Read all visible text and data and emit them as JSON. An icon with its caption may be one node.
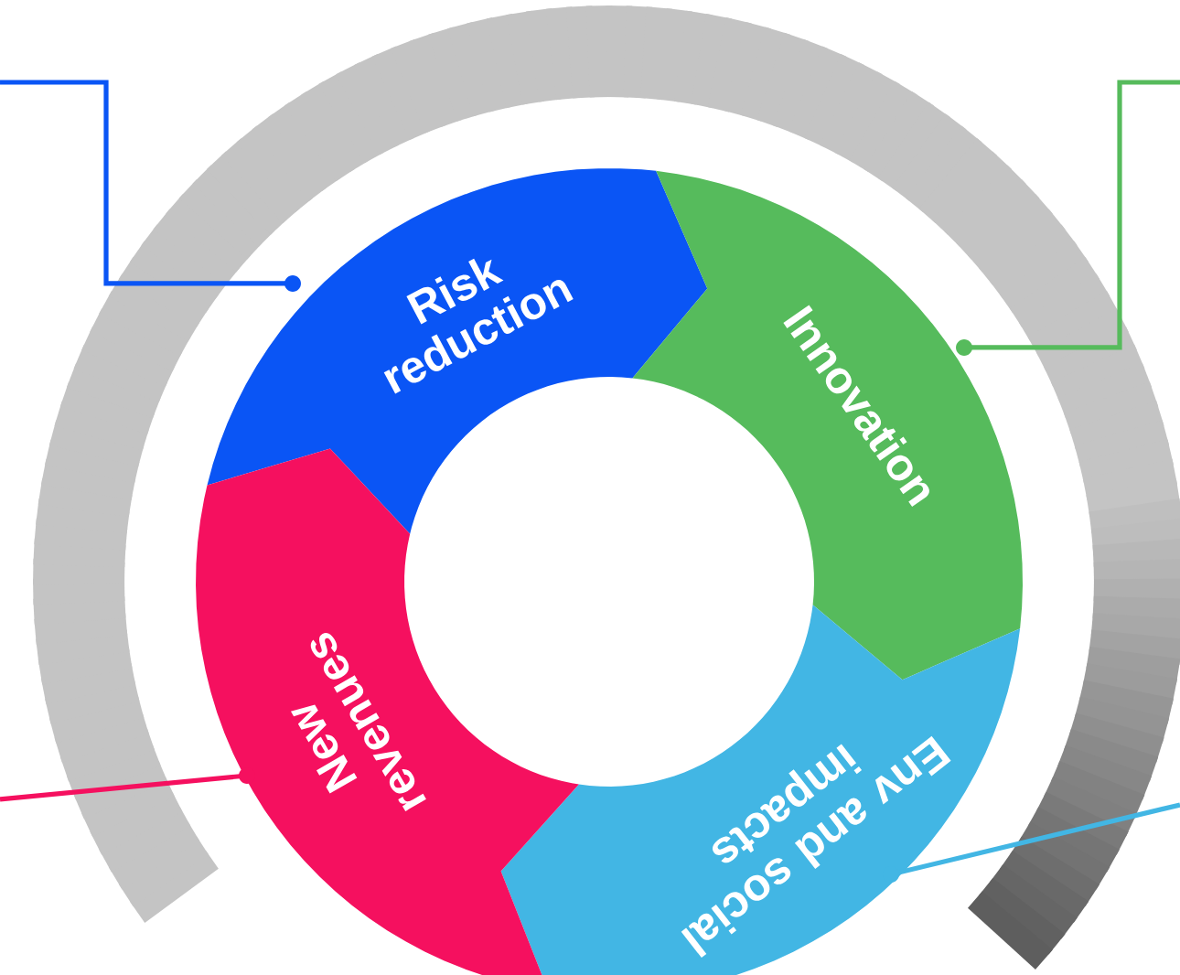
{
  "diagram": {
    "nodes": [
      {
        "text": [
          "Risk reduction"
        ]
      },
      {
        "text": [
          "Innovation"
        ]
      },
      {
        "text": [
          "Env and social impacts"
        ]
      },
      {
        "text": [
          "New revenues"
        ]
      }
    ],
    "edges": [
      {
        "from": null,
        "to": 0,
        "arrow": "other",
        "color": "#0a55f5"
      },
      {
        "from": null,
        "to": 1,
        "arrow": "other",
        "color": "#56bb5c"
      },
      {
        "from": null,
        "to": 2,
        "arrow": "other",
        "color": "#42b6e4"
      },
      {
        "from": null,
        "to": 3,
        "arrow": "other",
        "color": "#f5105f"
      }
    ]
  }
}
